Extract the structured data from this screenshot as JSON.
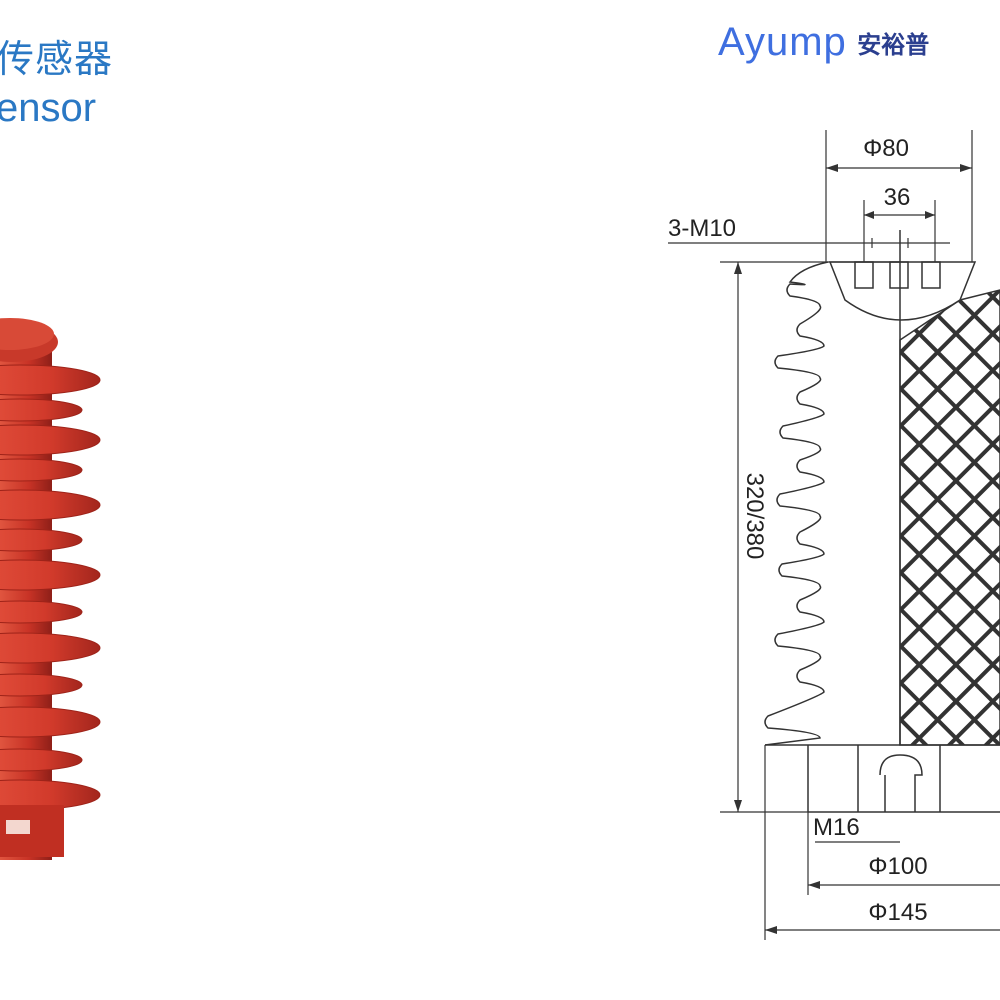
{
  "header": {
    "title_cn": "传感器",
    "title_en": "ensor"
  },
  "brand": {
    "name_en": "Ayump",
    "name_cn": "安裕普"
  },
  "drawing": {
    "dim_top_outer": "Φ80",
    "dim_top_inner": "36",
    "dim_thread_top": "3-M10",
    "dim_height": "320/380",
    "dim_thread_bottom": "M16",
    "dim_base_inner": "Φ100",
    "dim_base_outer": "Φ145"
  },
  "colors": {
    "product_red": "#d63a2c",
    "brand_blue": "#3f6fe0",
    "title_blue": "#2a78c4"
  }
}
